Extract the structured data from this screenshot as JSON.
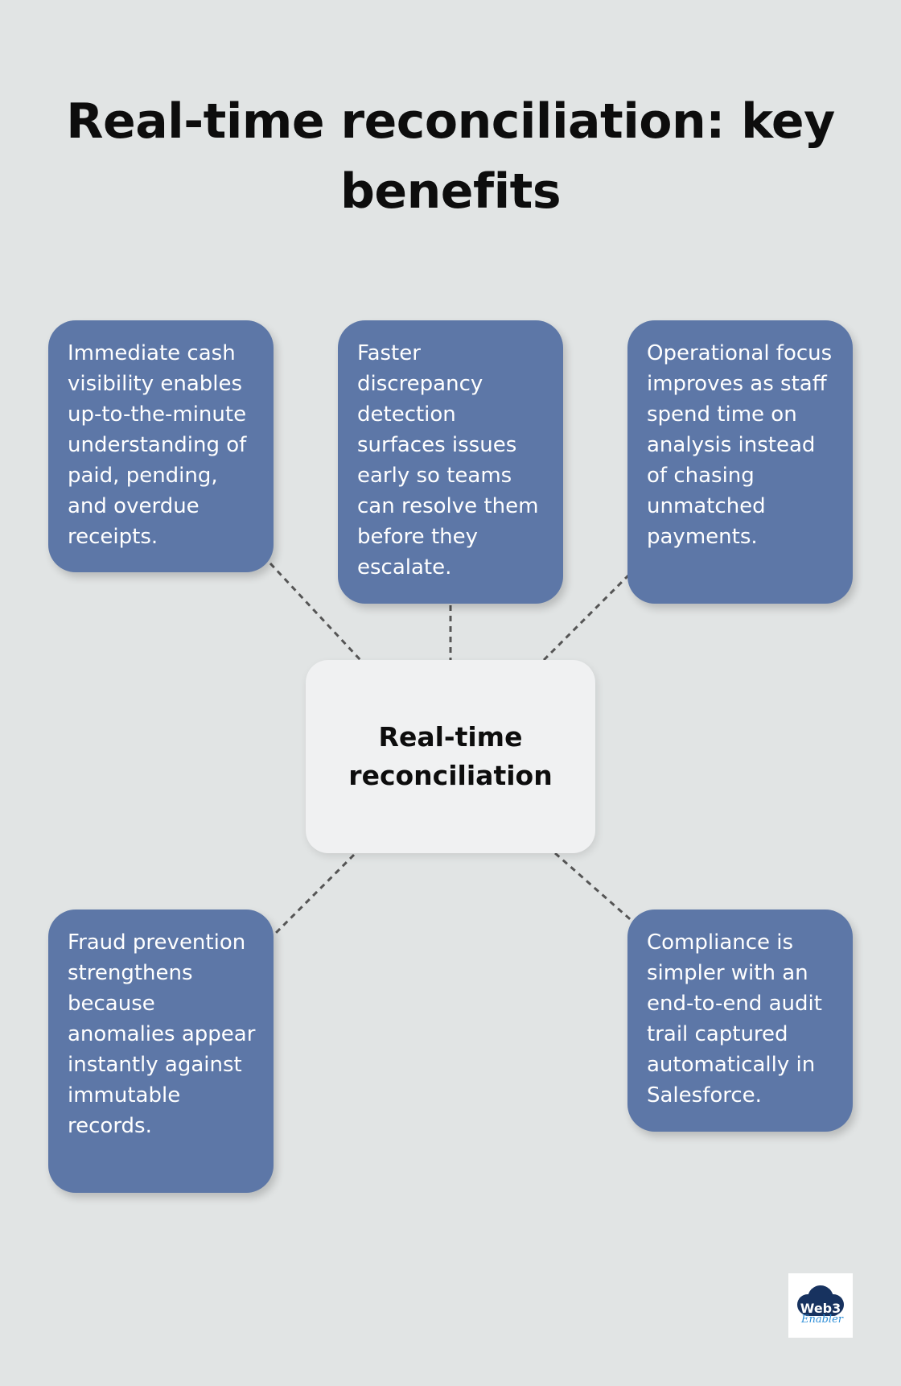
{
  "title": "Real-time reconciliation: key benefits",
  "center": {
    "label": "Real-time reconciliation"
  },
  "benefits": [
    {
      "text": "Immediate cash visibility enables up-to-the-minute understanding of paid, pending, and overdue receipts."
    },
    {
      "text": "Faster discrepancy detection surfaces issues early so teams can resolve them before they escalate."
    },
    {
      "text": "Operational focus improves as staff spend time on analysis instead of chasing unmatched payments."
    },
    {
      "text": "Fraud prevention strengthens because anomalies appear instantly against immutable records."
    },
    {
      "text": "Compliance is simpler with an end-to-end audit trail captured automatically in Salesforce."
    }
  ],
  "logo": {
    "line1": "Web3",
    "line2": "Enabler"
  },
  "colors": {
    "background": "#e1e4e4",
    "box": "#5d77a7",
    "center_box": "#f0f1f2",
    "connector": "#555555"
  }
}
